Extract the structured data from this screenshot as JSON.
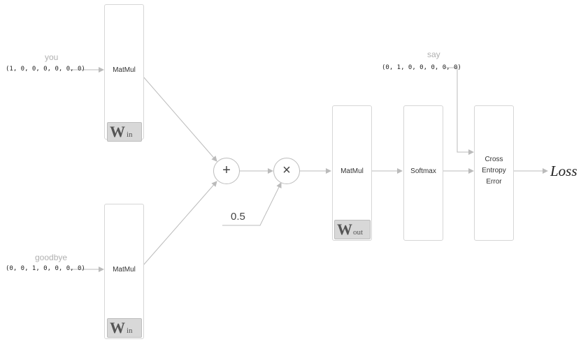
{
  "inputs": {
    "context1": {
      "word": "you",
      "vector": "(1, 0, 0, 0, 0, 0, 0)"
    },
    "context2": {
      "word": "goodbye",
      "vector": "(0, 0, 1, 0, 0, 0, 0)"
    },
    "target": {
      "word": "say",
      "vector": "(0, 1, 0, 0, 0, 0, 0)"
    }
  },
  "layers": {
    "matmul_in_1": {
      "label": "MatMul",
      "weight": "W",
      "weight_sub": "in"
    },
    "matmul_in_2": {
      "label": "MatMul",
      "weight": "W",
      "weight_sub": "in"
    },
    "add_op": {
      "symbol": "+"
    },
    "mul_op": {
      "symbol": "×"
    },
    "constant": "0.5",
    "matmul_out": {
      "label": "MatMul",
      "weight": "W",
      "weight_sub": "out"
    },
    "softmax": {
      "label": "Softmax"
    },
    "cross_entropy": {
      "line1": "Cross",
      "line2": "Entropy",
      "line3": "Error"
    }
  },
  "output": {
    "label": "Loss"
  },
  "colors": {
    "arrow": "#bbbbbb",
    "box_border": "#d6d6d6",
    "weight_fill": "#d8d8d8"
  }
}
